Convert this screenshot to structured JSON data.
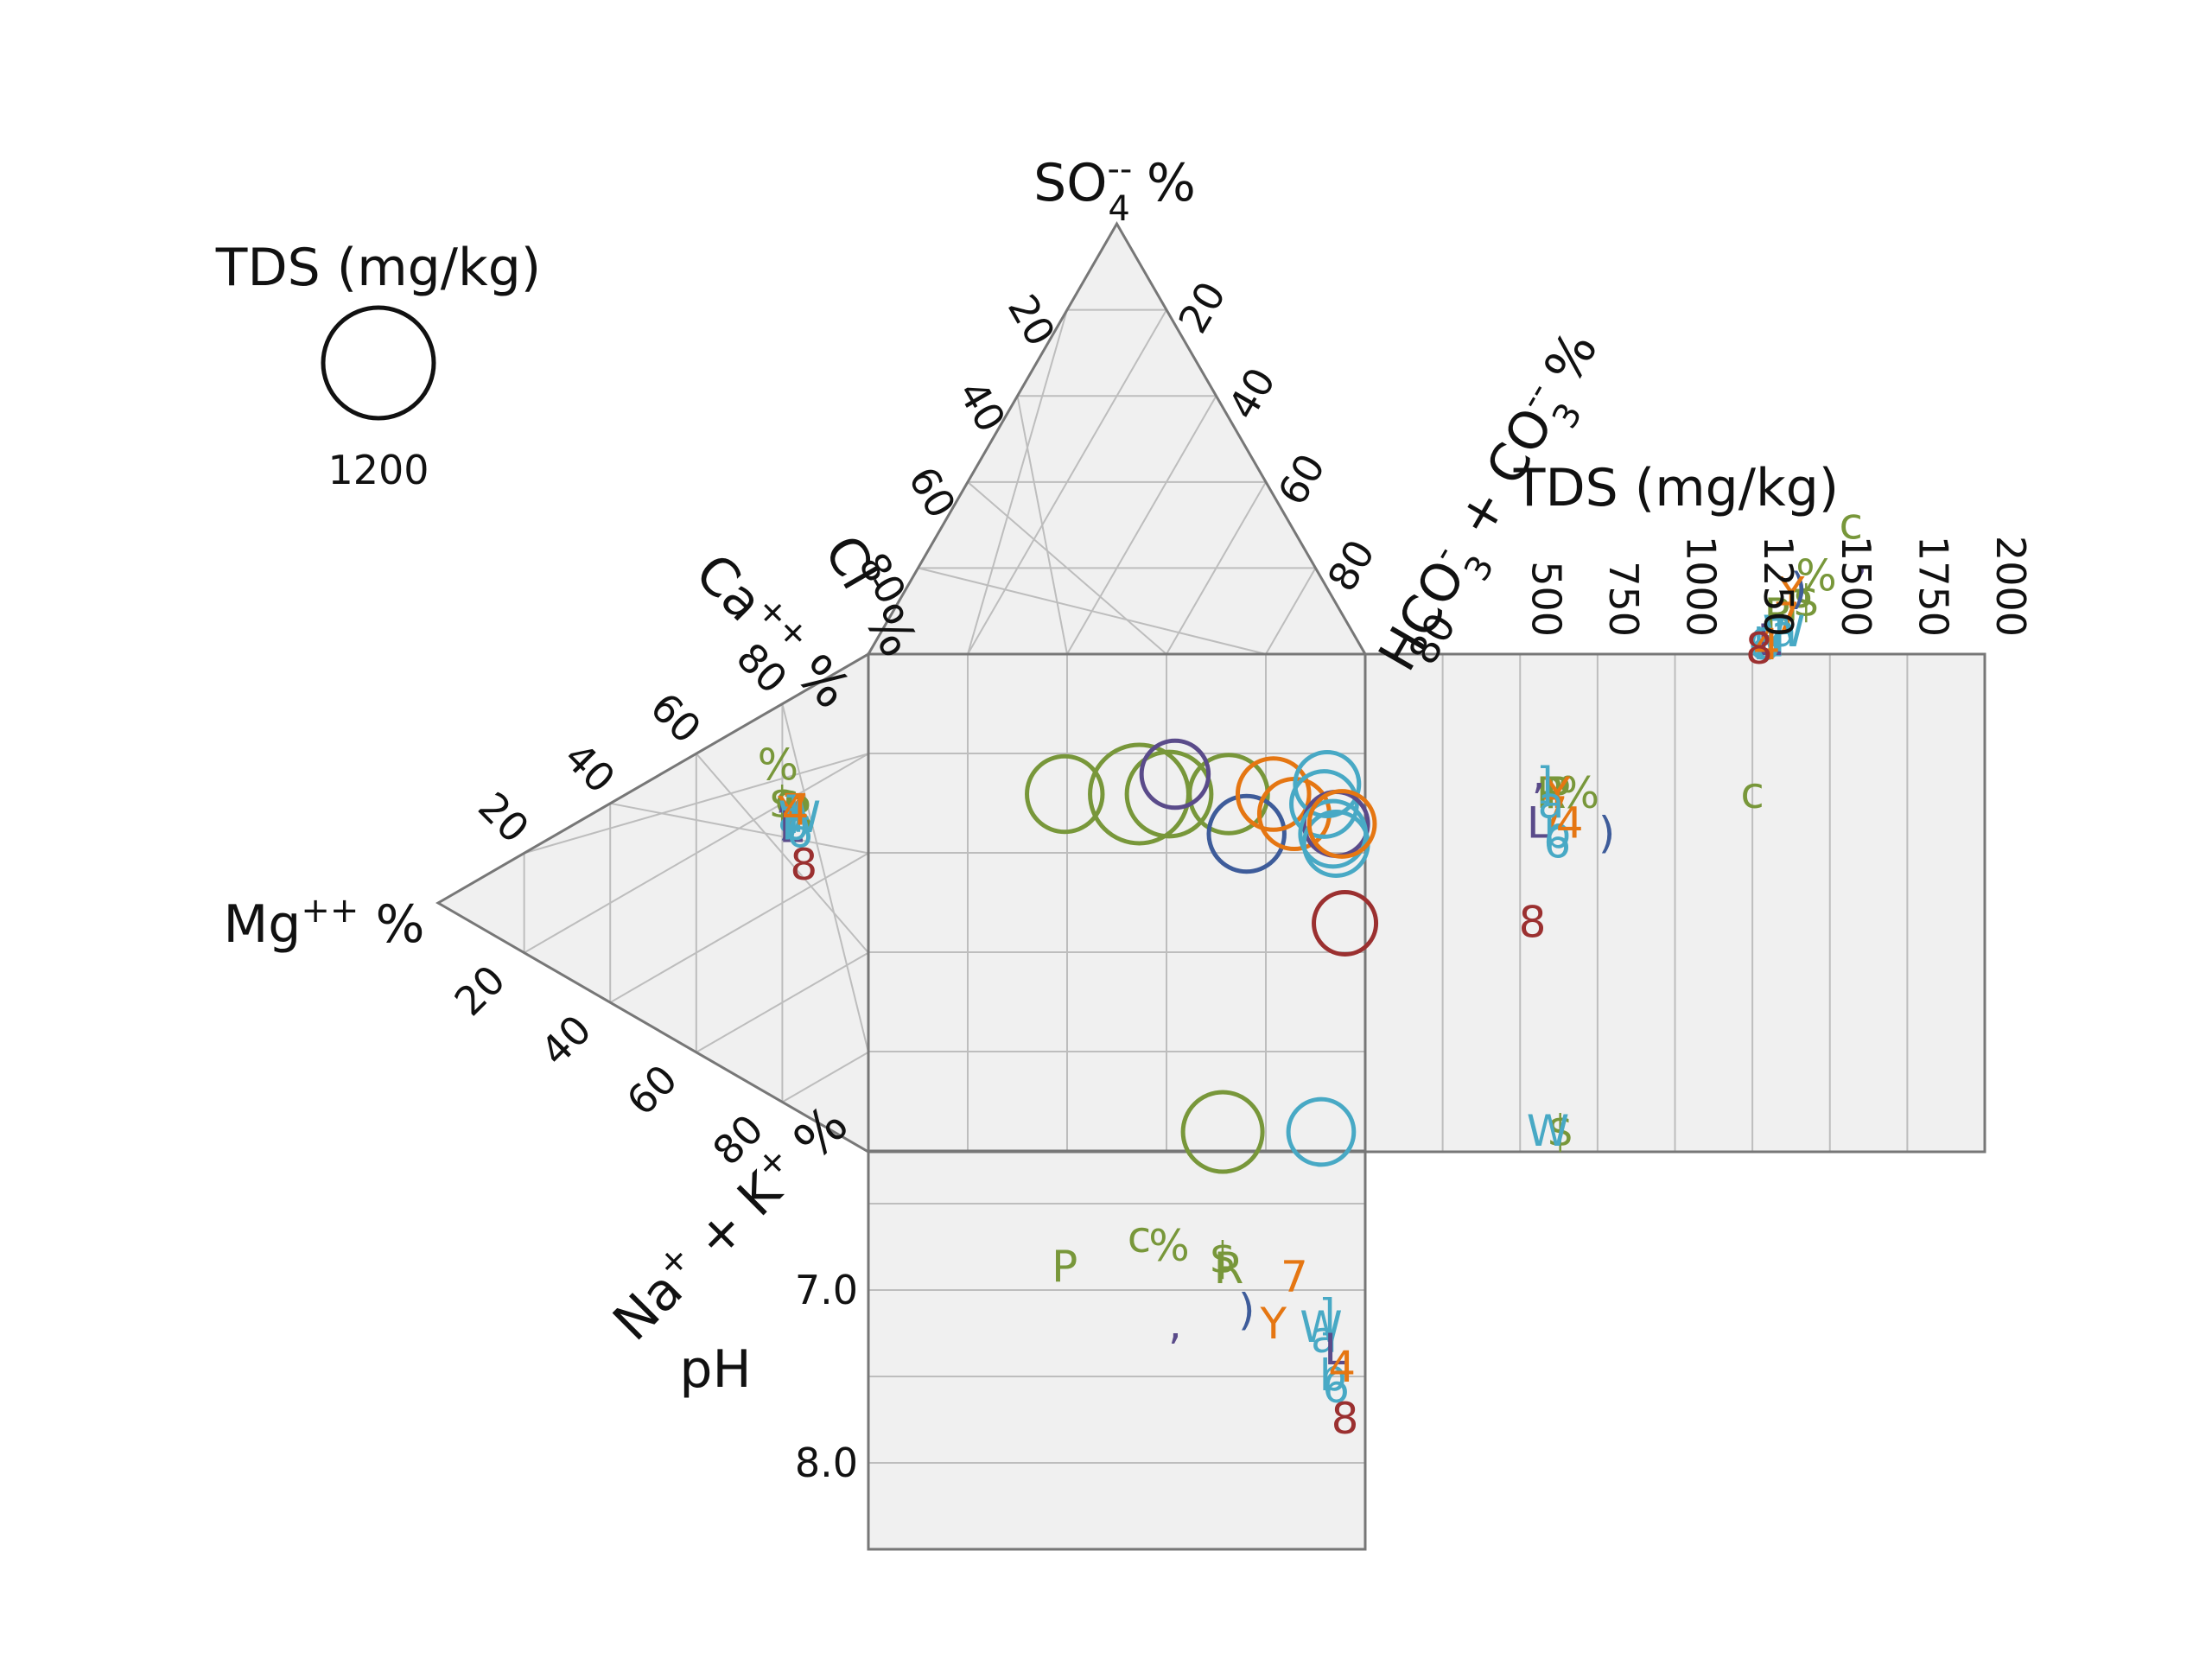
{
  "chart_data": {
    "type": "piper-durov",
    "colors": {
      "panel_fill": "#f0f0f0",
      "grid": "#bdbdbd",
      "frame": "#777777",
      "green": "#78973a",
      "purple": "#5a4b8a",
      "navy": "#3e5c9a",
      "cyan": "#48a9c5",
      "orange": "#e57612",
      "red": "#9b3030"
    },
    "legend": {
      "title": "TDS (mg/kg)",
      "value": "1200",
      "symbol": "open-circle"
    },
    "axes": {
      "anion_top": {
        "label_main": "SO",
        "label_sub": "4",
        "label_sup": "--",
        "label_unit": " %",
        "ticks": [
          "20",
          "40",
          "60",
          "80"
        ]
      },
      "anion_side": {
        "label_main": "Cl",
        "label_sup": "-",
        "label_unit": " %",
        "ticks": [
          "20",
          "40",
          "60",
          "80"
        ]
      },
      "anion_bottom": {
        "label_a": "HCO",
        "label_a_sub": "3",
        "label_a_sup": "-",
        "label_mid": " + CO",
        "label_b_sub": "3",
        "label_b_sup": "--",
        "label_unit": " %",
        "ticks": [
          "80"
        ]
      },
      "cation_top": {
        "label_main": "Ca",
        "label_sup": "++",
        "label_unit": " %",
        "ticks": [
          "80",
          "60",
          "40",
          "20"
        ]
      },
      "cation_left": {
        "label_main": "Mg",
        "label_sup": "++",
        "label_unit": " %"
      },
      "cation_bottom": {
        "label_a": "Na",
        "label_a_sup": "+",
        "label_mid": " + K",
        "label_b_sup": "+",
        "label_unit": " %",
        "ticks": [
          "20",
          "40",
          "60",
          "80"
        ]
      },
      "tds": {
        "label": "TDS (mg/kg)",
        "ticks": [
          "500",
          "750",
          "1000",
          "1250",
          "1500",
          "1750",
          "2000"
        ],
        "range": [
          0,
          2000
        ]
      },
      "ph": {
        "label": "pH",
        "ticks": [
          "7.0",
          "8.0"
        ],
        "range": [
          6.2,
          8.5
        ]
      }
    },
    "samples": [
      {
        "symbol": "c",
        "color": "green",
        "cl": 62,
        "so4": 30,
        "ca": 61,
        "mg": 19,
        "tds": 1250,
        "ph": 6.7,
        "circle": [
          70,
          72,
          950
        ]
      },
      {
        "symbol": "%",
        "color": "green",
        "cl": 75,
        "so4": 18,
        "ca": 67,
        "mg": 21,
        "tds": 690,
        "ph": 6.75,
        "circle": [
          60,
          72,
          700
        ]
      },
      {
        "symbol": "$",
        "color": "green",
        "cl": 80,
        "so4": 12,
        "ca": 60,
        "mg": 20,
        "tds": 630,
        "ph": 6.82,
        "circle": [
          42,
          4,
          620
        ]
      },
      {
        "symbol": "R",
        "color": "green",
        "cl": 87,
        "so4": 9,
        "ca": 60,
        "mg": 16,
        "tds": 600,
        "ph": 6.88,
        "circle": [
          40,
          72,
          600
        ]
      },
      {
        "symbol": "P",
        "color": "green",
        "cl": 82,
        "so4": 11,
        "ca": 60,
        "mg": 17,
        "tds": 620,
        "ph": 6.87,
        "circle": [
          95,
          72,
          560
        ]
      },
      {
        "symbol": ",",
        "color": "purple",
        "cl": 64,
        "so4": 22,
        "ca": 62,
        "mg": 20,
        "tds": 560,
        "ph": 7.2,
        "circle": [
          58,
          76,
          440
        ]
      },
      {
        "symbol": ")",
        "color": "navy",
        "cl": 80,
        "so4": 15,
        "ca": 57,
        "mg": 19,
        "tds": 780,
        "ph": 7.12,
        "circle": [
          34,
          64,
          560
        ]
      },
      {
        "symbol": "Y",
        "color": "orange",
        "cl": 82,
        "so4": 14,
        "ca": 59,
        "mg": 18,
        "tds": 620,
        "ph": 7.2,
        "circle": [
          25,
          72,
          500
        ]
      },
      {
        "symbol": "7",
        "color": "orange",
        "cl": 86,
        "so4": 8,
        "ca": 60,
        "mg": 17,
        "tds": 610,
        "ph": 6.93,
        "circle": [
          18,
          68,
          480
        ]
      },
      {
        "symbol": "W",
        "color": "cyan",
        "cl": 88,
        "so4": 5,
        "ca": 59,
        "mg": 16,
        "tds": 590,
        "ph": 7.22,
        "circle": [
          9,
          4,
          420
        ]
      },
      {
        "symbol": "a",
        "color": "cyan",
        "cl": 88,
        "so4": 5,
        "ca": 58,
        "mg": 18,
        "tds": 600,
        "ph": 7.28,
        "circle": [
          8,
          70,
          420
        ]
      },
      {
        "symbol": "]",
        "color": "cyan",
        "cl": 90,
        "so4": 4,
        "ca": 59,
        "mg": 18,
        "tds": 580,
        "ph": 7.15,
        "circle": [
          7,
          74,
          400
        ]
      },
      {
        "symbol": "L",
        "color": "purple",
        "cl": 92,
        "so4": 3,
        "ca": 56,
        "mg": 18,
        "tds": 560,
        "ph": 7.35,
        "circle": [
          4,
          66,
          400
        ]
      },
      {
        "symbol": "b",
        "color": "cyan",
        "cl": 93,
        "so4": 2,
        "ca": 57,
        "mg": 17,
        "tds": 620,
        "ph": 7.5,
        "circle": [
          5,
          64,
          420
        ]
      },
      {
        "symbol": "6",
        "color": "cyan",
        "cl": 94,
        "so4": 2,
        "ca": 56,
        "mg": 16,
        "tds": 620,
        "ph": 7.57,
        "circle": [
          4,
          62,
          400
        ]
      },
      {
        "symbol": "4",
        "color": "orange",
        "cl": 93,
        "so4": 2,
        "ca": 60,
        "mg": 17,
        "tds": 660,
        "ph": 7.45,
        "circle": [
          2,
          66,
          420
        ]
      },
      {
        "symbol": "8",
        "color": "red",
        "cl": 95,
        "so4": 1,
        "ca": 50,
        "mg": 15,
        "tds": 540,
        "ph": 7.75,
        "circle": [
          1,
          46,
          380
        ]
      }
    ]
  }
}
